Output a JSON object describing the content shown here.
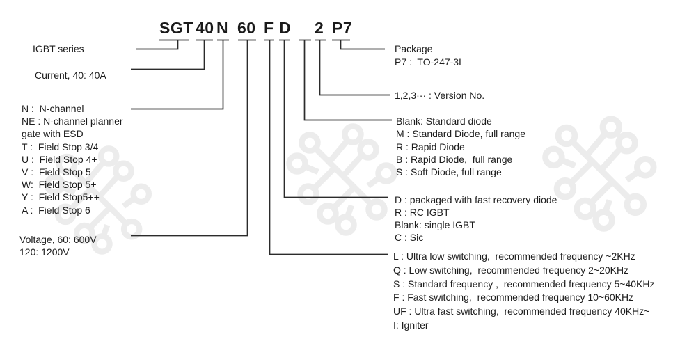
{
  "part_number": {
    "segments": [
      "SGT",
      "40",
      "N",
      "60",
      "F",
      "D",
      "2",
      "P7"
    ]
  },
  "left_annotations": {
    "series": {
      "lines": [
        "IGBT series"
      ]
    },
    "current": {
      "lines": [
        "Current, 40: 40A"
      ]
    },
    "channel_technology": {
      "lines": [
        "N :  N-channel",
        "NE : N-channel planner",
        "gate with ESD",
        "T :  Field Stop 3/4",
        "U :  Field Stop 4+",
        "V :  Field Stop 5",
        "W:  Field Stop 5+",
        "Y :  Field Stop5++",
        "A :  Field Stop 6"
      ]
    },
    "voltage": {
      "lines": [
        "Voltage, 60: 600V",
        "120: 1200V"
      ]
    }
  },
  "right_annotations": {
    "package": {
      "lines": [
        "Package",
        "P7 :  TO-247-3L"
      ]
    },
    "version": {
      "lines": [
        "1,2,3··· : Version No."
      ]
    },
    "diode_type": {
      "lines": [
        "Blank: Standard diode",
        "M : Standard Diode, full range",
        "R : Rapid Diode",
        "B : Rapid Diode,  full range",
        "S : Soft Diode, full range"
      ]
    },
    "igbt_configuration": {
      "lines": [
        "D : packaged with fast recovery diode",
        "R : RC IGBT",
        "Blank: single IGBT",
        "C : Sic"
      ]
    },
    "switching_speed": {
      "lines": [
        "L : Ultra low switching,  recommended frequency ~2KHz",
        "Q : Low switching,  recommended frequency 2~20KHz",
        "S : Standard frequency ,  recommended frequency 5~40KHz",
        "F : Fast switching,  recommended frequency 10~60KHz",
        "UF : Ultra fast switching,  recommended frequency 40KHz~",
        "I: Igniter"
      ]
    }
  },
  "colors": {
    "text": "#1d1d1d",
    "line": "#2b2b2b",
    "watermark": "#ececec",
    "background": "#ffffff"
  }
}
